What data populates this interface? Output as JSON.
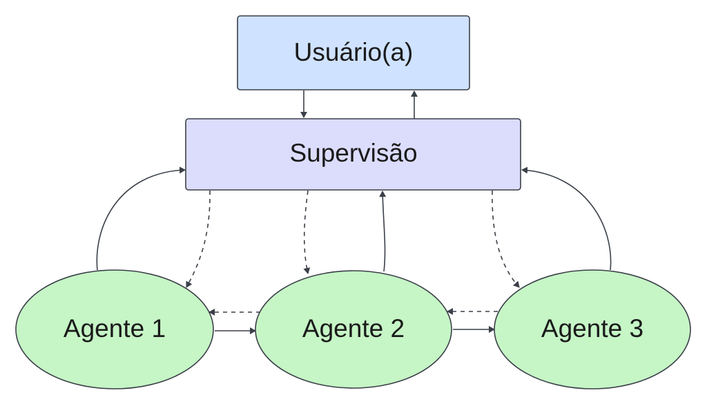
{
  "nodes": {
    "user": {
      "label": "Usuário(a)"
    },
    "supervisor": {
      "label": "Supervisão"
    },
    "agent1": {
      "label": "Agente 1"
    },
    "agent2": {
      "label": "Agente 2"
    },
    "agent3": {
      "label": "Agente 3"
    }
  },
  "colors": {
    "user_fill": "#cfe2ff",
    "supervisor_fill": "#dcdcfd",
    "agent_fill": "#c6f5c6",
    "stroke": "#3a3f48"
  }
}
